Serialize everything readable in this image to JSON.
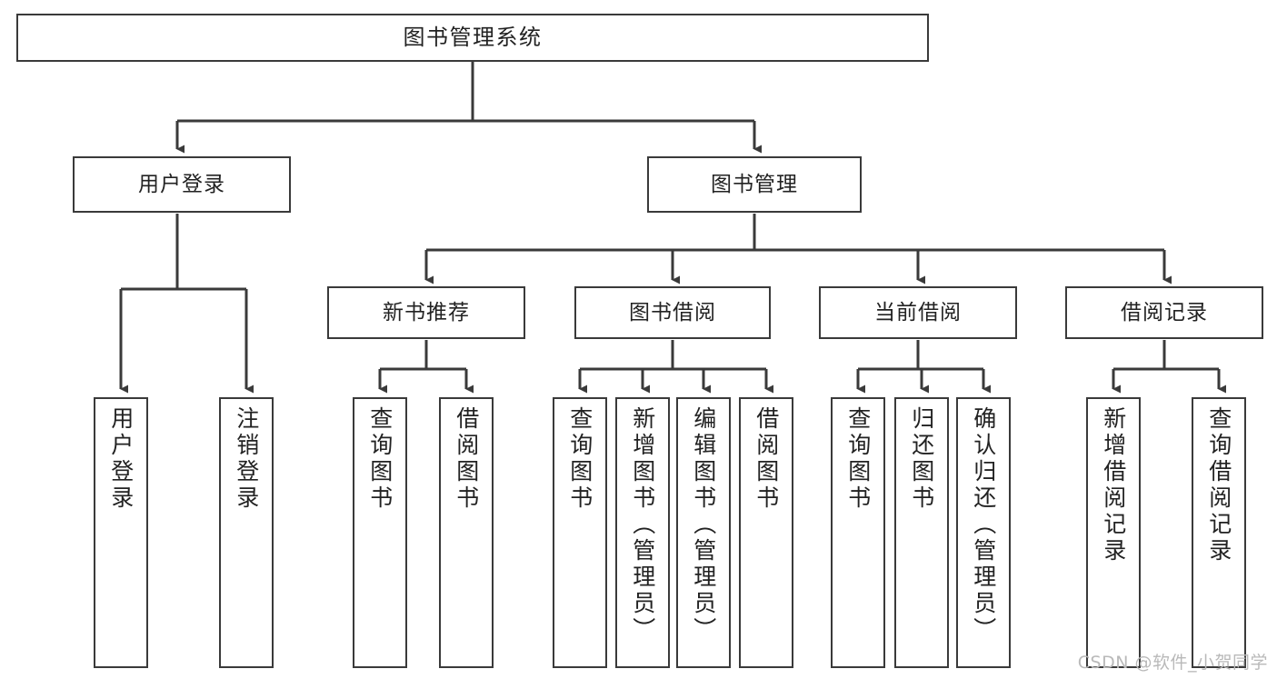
{
  "diagram": {
    "type": "tree",
    "title": "图书管理系统",
    "orientation": "top-down",
    "colors": {
      "background": "#ffffff",
      "box_border": "#3a3a3a",
      "box_fill": "#ffffff",
      "text": "#222222",
      "edge": "#3a3a3a",
      "watermark": "#b9b9b9"
    },
    "root": {
      "label": "图书管理系统"
    },
    "level2": [
      {
        "label": "用户登录"
      },
      {
        "label": "图书管理"
      }
    ],
    "level3": [
      {
        "label": "新书推荐"
      },
      {
        "label": "图书借阅"
      },
      {
        "label": "当前借阅"
      },
      {
        "label": "借阅记录"
      }
    ],
    "leaves": {
      "user_login": [
        {
          "label": "用户登录"
        },
        {
          "label": "注销登录"
        }
      ],
      "new_book_recommend": [
        {
          "label": "查询图书"
        },
        {
          "label": "借阅图书"
        }
      ],
      "book_borrow": [
        {
          "label": "查询图书"
        },
        {
          "label": "新增图书（管理员）"
        },
        {
          "label": "编辑图书（管理员）"
        },
        {
          "label": "借阅图书"
        }
      ],
      "current_borrow": [
        {
          "label": "查询图书"
        },
        {
          "label": "归还图书"
        },
        {
          "label": "确认归还（管理员）"
        }
      ],
      "borrow_record": [
        {
          "label": "新增借阅记录"
        },
        {
          "label": "查询借阅记录"
        }
      ]
    }
  },
  "watermark": {
    "text": "CSDN @软件_小贺同学"
  }
}
